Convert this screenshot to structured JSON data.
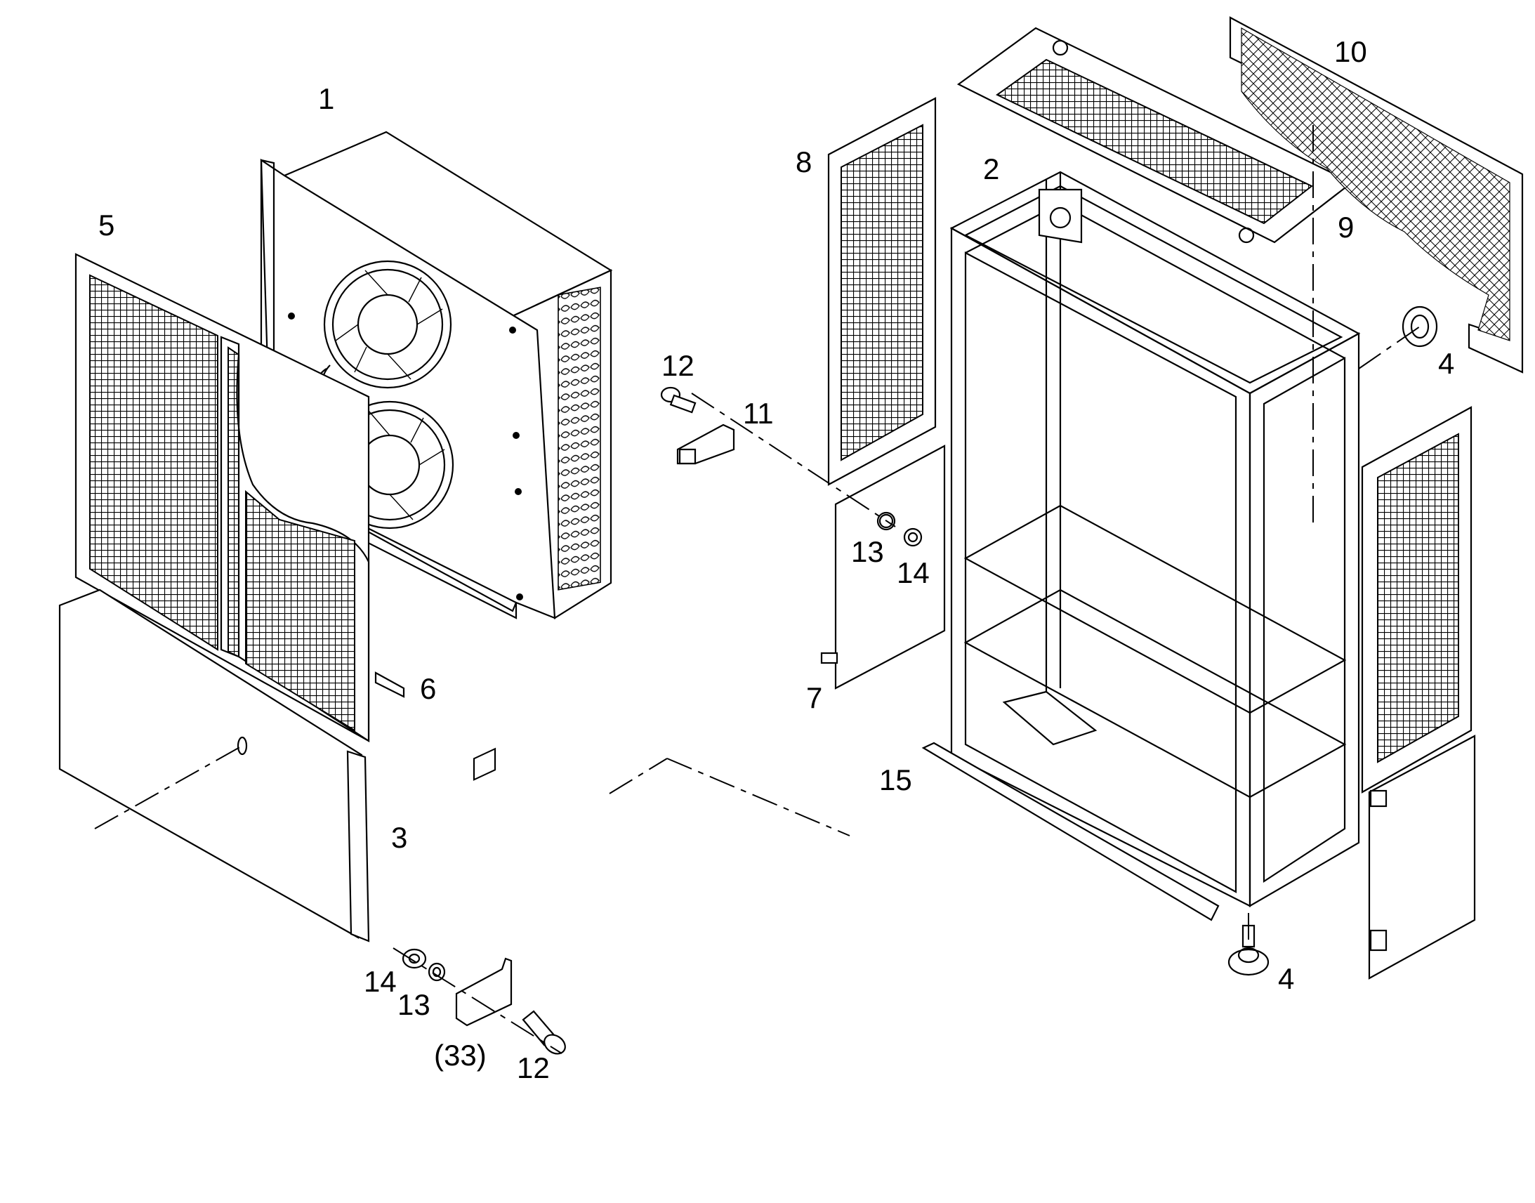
{
  "callouts": {
    "c1": "1",
    "c2": "2",
    "c3": "3",
    "c4a": "4",
    "c4b": "4",
    "c5": "5",
    "c6": "6",
    "c7": "7",
    "c8": "8",
    "c9": "9",
    "c10": "10",
    "c11": "11",
    "c12a": "12",
    "c12b": "12",
    "c13a": "13",
    "c13b": "13",
    "c14a": "14",
    "c14b": "14",
    "c15": "15",
    "c33": "(33)"
  },
  "colors": {
    "ink": "#000000",
    "background": "#ffffff"
  }
}
